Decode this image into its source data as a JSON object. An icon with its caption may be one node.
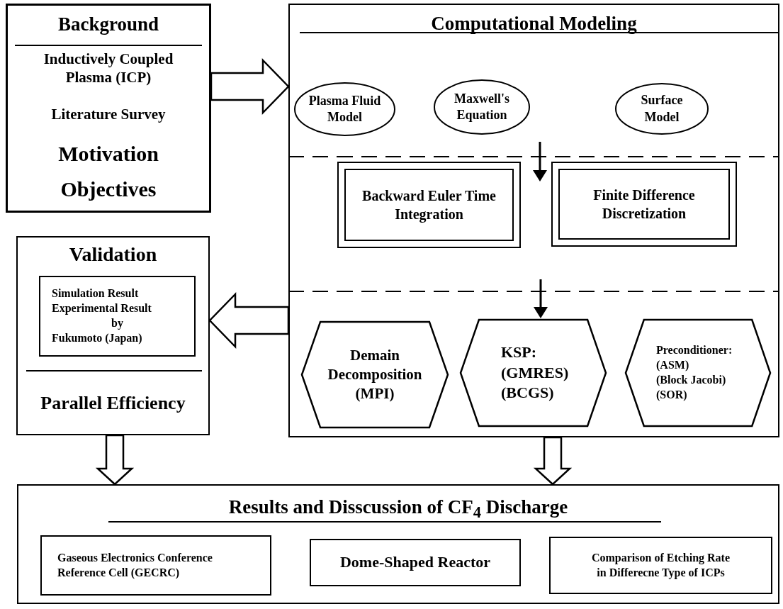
{
  "diagram": {
    "nodes": [
      {
        "text": [
          "Background",
          "Inductively Coupled Plasma (ICP)",
          "Literature Survey",
          "Motivation",
          "Objectives"
        ]
      },
      {
        "text": [
          "Computational Modeling"
        ]
      },
      {
        "text": [
          "Plasma Fluid Model"
        ],
        "in": 1
      },
      {
        "text": [
          "Maxwell's Equation"
        ],
        "in": 1
      },
      {
        "text": [
          "Surface Model"
        ],
        "in": 1
      },
      {
        "text": [
          "Backward Euler Time Integration"
        ],
        "in": 1
      },
      {
        "text": [
          "Finite Difference Discretization"
        ],
        "in": 1
      },
      {
        "text": [
          "Demain Decomposition (MPI)"
        ],
        "in": 1
      },
      {
        "text": [
          "KSP:",
          "(GMRES)",
          "(BCGS)"
        ],
        "in": 1
      },
      {
        "text": [
          "Preconditioner:",
          "(ASM)",
          "(Block Jacobi)",
          "(SOR)"
        ],
        "in": 1
      },
      {
        "text": [
          "Validation",
          "Parallel Efficiency"
        ]
      },
      {
        "text": [
          "Simulation Result",
          "Experimental Result",
          "by",
          "Fukumoto (Japan)"
        ],
        "in": 10
      },
      {
        "text": [
          "Results and Disscussion of CF$_{4}$ Discharge"
        ]
      },
      {
        "text": [
          "Gaseous Electronics Conference Reference Cell (GECRC)"
        ],
        "in": 12
      },
      {
        "text": [
          "Dome-Shaped Reactor"
        ],
        "in": 12
      },
      {
        "text": [
          "Comparison of Etching Rate in  Differecne Type of ICPs"
        ],
        "in": 12
      }
    ],
    "edges": [
      {
        "from": 0,
        "to": 1,
        "arrow": "to",
        "style": "thick"
      },
      {
        "from": 1,
        "to": 10,
        "arrow": "to",
        "style": "thick"
      },
      {
        "from": 10,
        "to": 12,
        "arrow": "to",
        "style": "thick"
      },
      {
        "from": 1,
        "to": 12,
        "arrow": "to",
        "style": "thick"
      }
    ]
  }
}
